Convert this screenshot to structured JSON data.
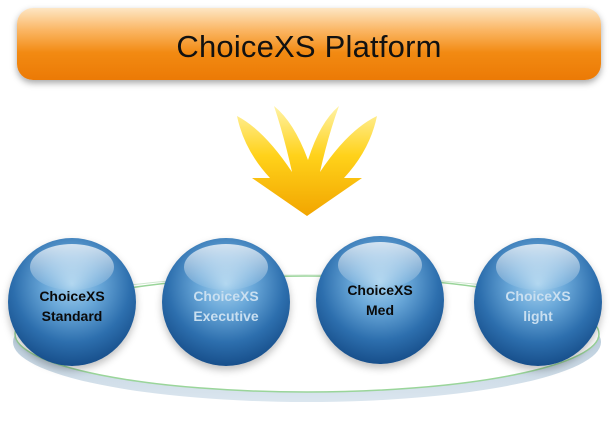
{
  "banner": {
    "title": "ChoiceXS Platform"
  },
  "products": [
    {
      "line1": "ChoiceXS",
      "line2": "Standard"
    },
    {
      "line1": "ChoiceXS",
      "line2": "Executive"
    },
    {
      "line1": "ChoiceXS",
      "line2": "Med"
    },
    {
      "line1": "ChoiceXS",
      "line2": "light"
    }
  ],
  "colors": {
    "banner": "#f28a12",
    "arrow": "#f5c400",
    "sphere": "#2d6fae",
    "ring": "#8fd08f"
  },
  "icons": [
    "down-arrow-icon"
  ]
}
